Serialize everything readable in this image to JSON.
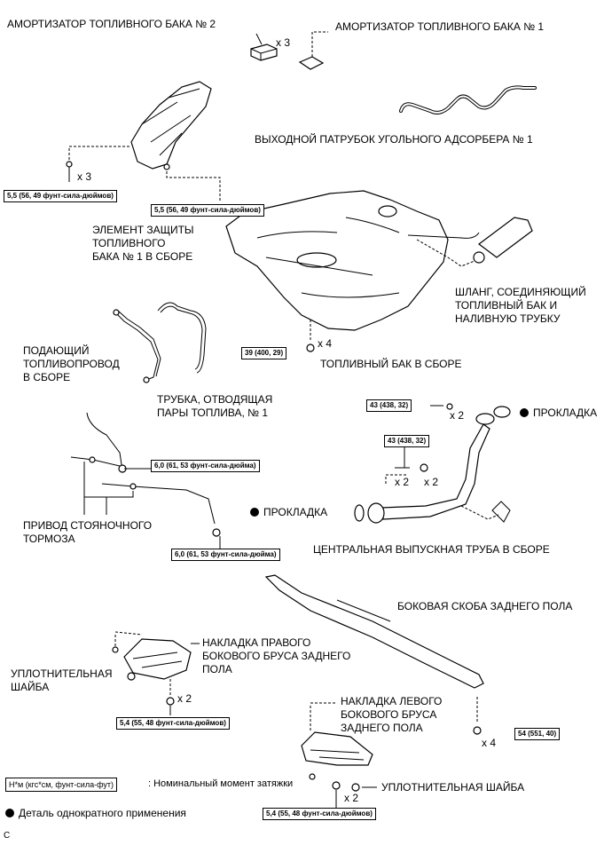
{
  "labels": {
    "cushion2": "АМОРТИЗАТОР ТОПЛИВНОГО БАКА № 2",
    "cushion1": "АМОРТИЗАТОР ТОПЛИВНОГО БАКА № 1",
    "canister_outlet": "ВЫХОДНОЙ ПАТРУБОК УГОЛЬНОГО АДСОРБЕРА № 1",
    "protector": "ЭЛЕМЕНТ ЗАЩИТЫ\nТОПЛИВНОГО\nБАКА № 1 В СБОРЕ",
    "filler_hose": "ШЛАНГ, СОЕДИНЯЮЩИЙ\nТОПЛИВНЫЙ БАК И\nНАЛИВНУЮ ТРУБКУ",
    "fuel_tank": "ТОПЛИВНЫЙ БАК В СБОРЕ",
    "fuel_main_tube": "ПОДАЮЩИЙ\nТОПЛИВОПРОВОД\nВ СБОРЕ",
    "vapor_tube": "ТРУБКА, ОТВОДЯЩАЯ\nПАРЫ ТОПЛИВА, № 1",
    "gasket_right": "ПРОКЛАДКА",
    "gasket_left": "ПРОКЛАДКА",
    "parking_brake": "ПРИВОД СТОЯНОЧНОГО\nТОРМОЗА",
    "center_pipe": "ЦЕНТРАЛЬНАЯ ВЫПУСКНАЯ ТРУБА В СБОРЕ",
    "floor_bracket": "БОКОВАЯ СКОБА ЗАДНЕГО ПОЛА",
    "rh_cover": "НАКЛАДКА ПРАВОГО\nБОКОВОГО БРУСА ЗАДНЕГО\nПОЛА",
    "seal_washer_left": "УПЛОТНИТЕЛЬНАЯ\nШАЙБА",
    "lh_cover": "НАКЛАДКА ЛЕВОГО\nБОКОВОГО БРУСА\nЗАДНЕГО ПОЛА",
    "seal_washer_right": "УПЛОТНИТЕЛЬНАЯ ШАЙБА"
  },
  "torques": {
    "t1": "5,5 (56, 49 фунт-сила-дюймов)",
    "t2": "5,5 (56, 49 фунт-сила-дюймов)",
    "t3": "39 (400, 29)",
    "t4": "43 (438, 32)",
    "t5": "43 (438, 32)",
    "t6": "6,0 (61, 53 фунт-сила-дюйма)",
    "t7": "6,0 (61, 53 фунт-сила-дюйма)",
    "t8": "54 (551, 40)",
    "t9": "5,4 (55, 48 фунт-сила-дюймов)",
    "t10": "5,4 (55, 48 фунт-сила-дюймов)"
  },
  "quantities": {
    "q_cushion": "x 3",
    "q_protector": "x 3",
    "q_tank": "x 4",
    "q_pipe_top": "x 2",
    "q_pipe_mid1": "x 2",
    "q_pipe_mid2": "x 2",
    "q_rh": "x 2",
    "q_bracket": "x 4",
    "q_lh": "x 2"
  },
  "legend": {
    "torque_key": "Н*м (кгс*см, фунт-сила-фут)",
    "torque_desc": ": Номинальный момент затяжки",
    "nonreusable": "Деталь однократного применения"
  },
  "figure_code": "C"
}
